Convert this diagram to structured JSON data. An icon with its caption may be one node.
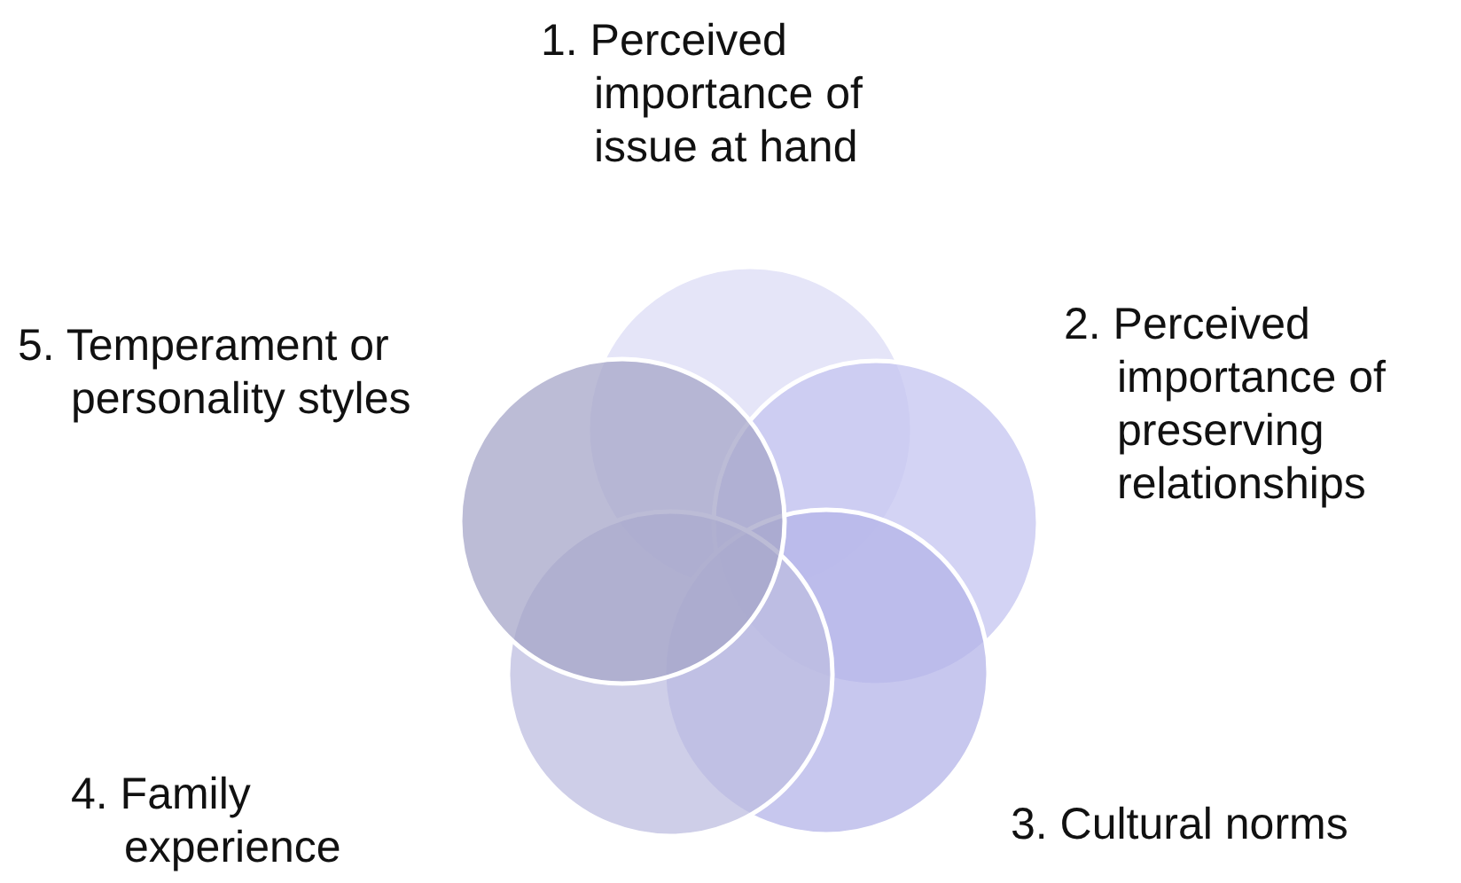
{
  "diagram": {
    "nodes": [
      {
        "text": [],
        "shape": "circle",
        "beside": [
          "1. Perceived importance of issue at hand"
        ]
      },
      {
        "text": [],
        "shape": "circle",
        "beside": [
          "2. Perceived importance of preserving relationships"
        ]
      },
      {
        "text": [],
        "shape": "circle",
        "beside": [
          "3. Cultural norms"
        ]
      },
      {
        "text": [],
        "shape": "circle",
        "beside": [
          "4. Family experience"
        ]
      },
      {
        "text": [],
        "shape": "circle",
        "beside": [
          "5. Temperament or personality styles"
        ]
      }
    ]
  }
}
